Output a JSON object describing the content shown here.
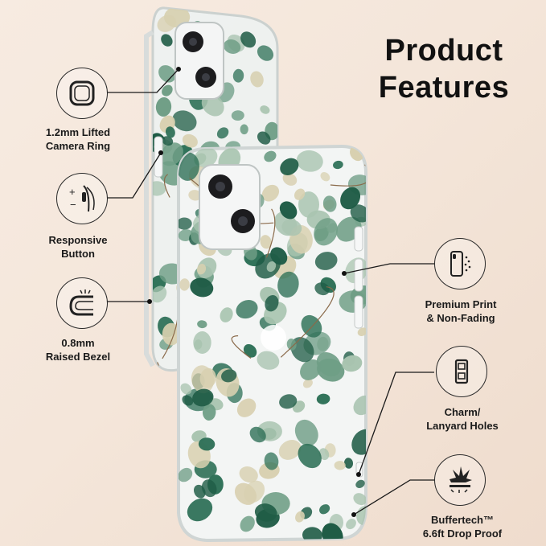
{
  "header": {
    "title": "Product\nFeatures"
  },
  "features": {
    "camera_ring": {
      "label": "1.2mm Lifted\nCamera Ring",
      "icon": "camera-ring-icon"
    },
    "responsive_button": {
      "label": "Responsive\nButton",
      "icon": "plus-minus-button-icon"
    },
    "raised_bezel": {
      "label": "0.8mm\nRaised Bezel",
      "icon": "bezel-edge-icon"
    },
    "premium_print": {
      "label": "Premium Print\n& Non-Fading",
      "icon": "phone-print-icon"
    },
    "lanyard_holes": {
      "label": "Charm/\nLanyard Holes",
      "icon": "lanyard-hole-icon"
    },
    "drop_proof": {
      "label": "Buffertech™\n6.6ft Drop Proof",
      "icon": "impact-burst-icon"
    }
  },
  "product": {
    "case_pattern": "eucalyptus-leaves",
    "leaf_colors": [
      "#1f5c46",
      "#2f7158",
      "#6f9e86",
      "#a9c4b0",
      "#d8d0b0"
    ]
  }
}
